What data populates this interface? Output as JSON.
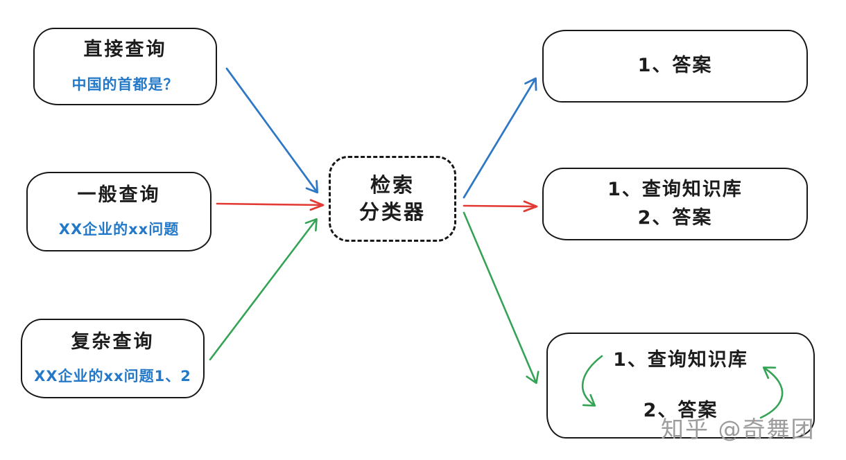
{
  "colors": {
    "ink": "#1c1c1c",
    "blue": "#2e78c6",
    "red": "#e23a34",
    "green": "#35a355",
    "example_blue": "#2478c8",
    "watermark_gray": "#9c9c9c",
    "background": "#ffffff"
  },
  "nodes": {
    "direct_query": {
      "title": "直接查询",
      "example": "中国的首都是？"
    },
    "general_query": {
      "title": "一般查询",
      "example": "XX企业的xx问题"
    },
    "complex_query": {
      "title": "复杂查询",
      "example": "XX企业的xx问题1、2"
    },
    "classifier": {
      "line1": "检索",
      "line2": "分类器"
    },
    "result_direct": {
      "step1": "1、答案"
    },
    "result_general": {
      "step1": "1、查询知识库",
      "step2": "2、答案"
    },
    "result_complex": {
      "step1": "1、查询知识库",
      "step2": "2、答案"
    }
  },
  "watermark": {
    "text": "知乎 @奇舞团"
  }
}
